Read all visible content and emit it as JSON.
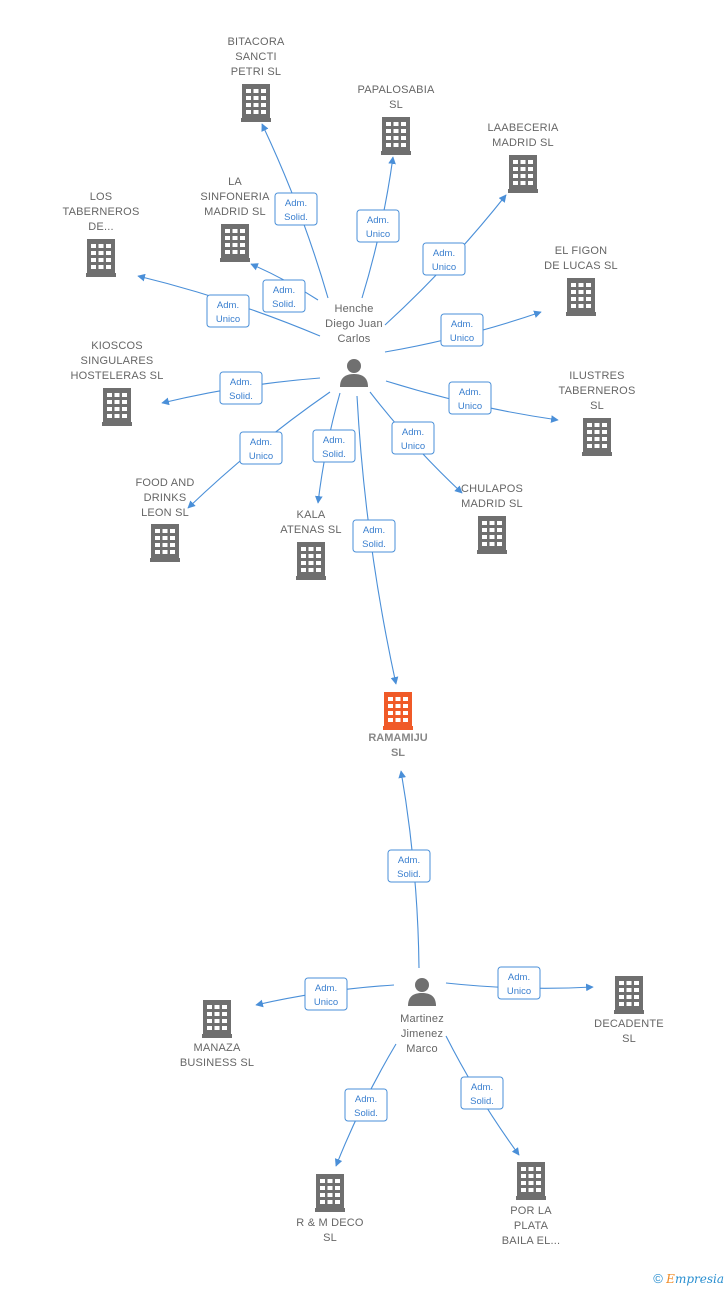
{
  "persons": [
    {
      "id": "henche",
      "lines": [
        "Henche",
        "Diego Juan",
        "Carlos"
      ]
    },
    {
      "id": "martinez",
      "lines": [
        "Martinez",
        "Jimenez",
        "Marco"
      ]
    }
  ],
  "companies": [
    {
      "id": "ramamiju",
      "lines": [
        "RAMAMIJU",
        "SL"
      ],
      "main": true
    },
    {
      "id": "bitacora",
      "lines": [
        "BITACORA",
        "SANCTI",
        "PETRI  SL"
      ]
    },
    {
      "id": "papalosabia",
      "lines": [
        "PAPALOSABIA",
        "SL"
      ]
    },
    {
      "id": "laabeceria",
      "lines": [
        "LAABECERIA",
        "MADRID  SL"
      ]
    },
    {
      "id": "sinfoneria",
      "lines": [
        "LA",
        "SINFONERIA",
        "MADRID  SL"
      ]
    },
    {
      "id": "taberneros",
      "lines": [
        "LOS",
        "TABERNEROS",
        "DE..."
      ]
    },
    {
      "id": "figon",
      "lines": [
        "EL FIGON",
        "DE LUCAS  SL"
      ]
    },
    {
      "id": "kioscos",
      "lines": [
        "KIOSCOS",
        "SINGULARES",
        "HOSTELERAS SL"
      ]
    },
    {
      "id": "ilustres",
      "lines": [
        "ILUSTRES",
        "TABERNEROS",
        "SL"
      ]
    },
    {
      "id": "food",
      "lines": [
        "FOOD AND",
        "DRINKS",
        "LEON  SL"
      ]
    },
    {
      "id": "kala",
      "lines": [
        "KALA",
        "ATENAS  SL"
      ]
    },
    {
      "id": "chulapos",
      "lines": [
        "CHULAPOS",
        "MADRID  SL"
      ]
    },
    {
      "id": "manaza",
      "lines": [
        "MANAZA",
        "BUSINESS  SL"
      ]
    },
    {
      "id": "decadente",
      "lines": [
        "DECADENTE",
        "SL"
      ]
    },
    {
      "id": "rmdeco",
      "lines": [
        "R & M DECO",
        "SL"
      ]
    },
    {
      "id": "porla",
      "lines": [
        "POR LA",
        "PLATA",
        "BAILA EL..."
      ]
    }
  ],
  "relations": [
    {
      "from": "henche",
      "to": "bitacora",
      "badge": [
        "Adm.",
        "Solid."
      ]
    },
    {
      "from": "henche",
      "to": "papalosabia",
      "badge": [
        "Adm.",
        "Unico"
      ]
    },
    {
      "from": "henche",
      "to": "laabeceria",
      "badge": [
        "Adm.",
        "Unico"
      ]
    },
    {
      "from": "henche",
      "to": "sinfoneria",
      "badge": [
        "Adm.",
        "Solid."
      ]
    },
    {
      "from": "henche",
      "to": "taberneros",
      "badge": [
        "Adm.",
        "Unico"
      ]
    },
    {
      "from": "henche",
      "to": "figon",
      "badge": [
        "Adm.",
        "Unico"
      ]
    },
    {
      "from": "henche",
      "to": "kioscos",
      "badge": [
        "Adm.",
        "Solid."
      ]
    },
    {
      "from": "henche",
      "to": "ilustres",
      "badge": [
        "Adm.",
        "Unico"
      ]
    },
    {
      "from": "henche",
      "to": "food",
      "badge": [
        "Adm.",
        "Unico"
      ]
    },
    {
      "from": "henche",
      "to": "kala",
      "badge": [
        "Adm.",
        "Solid."
      ]
    },
    {
      "from": "henche",
      "to": "chulapos",
      "badge": [
        "Adm.",
        "Unico"
      ]
    },
    {
      "from": "henche",
      "to": "ramamiju",
      "badge": [
        "Adm.",
        "Solid."
      ]
    },
    {
      "from": "martinez",
      "to": "ramamiju",
      "badge": [
        "Adm.",
        "Solid."
      ]
    },
    {
      "from": "martinez",
      "to": "manaza",
      "badge": [
        "Adm.",
        "Unico"
      ]
    },
    {
      "from": "martinez",
      "to": "decadente",
      "badge": [
        "Adm.",
        "Unico"
      ]
    },
    {
      "from": "martinez",
      "to": "rmdeco",
      "badge": [
        "Adm.",
        "Solid."
      ]
    },
    {
      "from": "martinez",
      "to": "porla",
      "badge": [
        "Adm.",
        "Solid."
      ]
    }
  ],
  "colors": {
    "edge": "#4a8fd8",
    "building": "#6f6f6f",
    "building_main": "#f05a28",
    "person": "#707070"
  },
  "brand": {
    "copyright": "©",
    "name_initial": "E",
    "name_rest": "mpresia"
  }
}
